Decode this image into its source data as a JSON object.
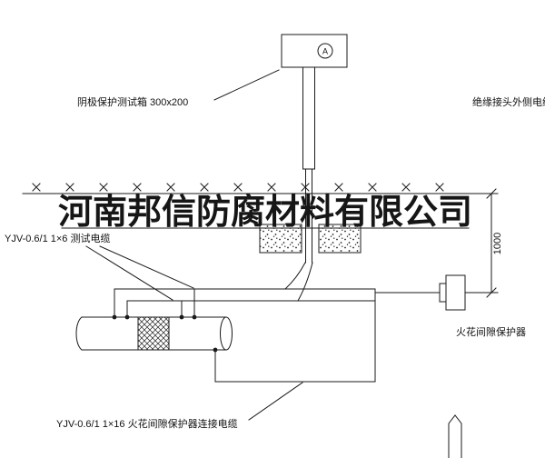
{
  "watermark": {
    "text": "河南邦信防腐材料有限公司",
    "color": "#161616"
  },
  "labels": {
    "test_box": "阴极保护测试箱 300x200",
    "joint_outer_cable": "绝缘接头外侧电缆",
    "test_cable": "YJV-0.6/1 1×6  测试电缆",
    "protector_cable": "YJV-0.6/1 1×16  火花间隙保护器连接电缆",
    "protector": "火花间隙保护器",
    "dim_1000": "1000",
    "meter": "A"
  },
  "colors": {
    "line": "#1a1a1a",
    "background": "#ffffff"
  }
}
